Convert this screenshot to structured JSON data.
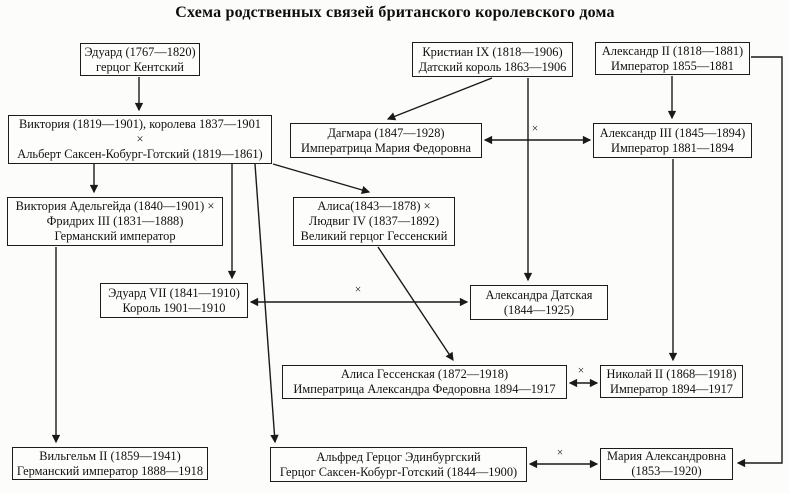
{
  "title": "Схема родственных связей британского королевского дома",
  "colors": {
    "ink": "#1a1a1a",
    "paper": "#fcfcfa"
  },
  "nodes": {
    "eduard_kent": {
      "lines": [
        "Эдуард (1767—1820)",
        "герцог Кентский"
      ]
    },
    "christian9": {
      "lines": [
        "Кристиан IX (1818—1906)",
        "Датский король 1863—1906"
      ]
    },
    "alexander2": {
      "lines": [
        "Александр II (1818—1881)",
        "Император 1855—1881"
      ]
    },
    "victoria_albert": {
      "lines": [
        "Виктория (1819—1901), королева 1837—1901",
        "×",
        "Альберт Саксен-Кобург-Готский (1819—1861)"
      ]
    },
    "dagmara": {
      "lines": [
        "Дагмара (1847—1928)",
        "Императрица Мария Федоровна"
      ]
    },
    "alexander3": {
      "lines": [
        "Александр III (1845—1894)",
        "Император 1881—1894"
      ]
    },
    "victoria_adelheid": {
      "lines": [
        "Виктория Адельгейда (1840—1901) ×",
        "Фридрих III (1831—1888)",
        "Германский император"
      ]
    },
    "alisa_hesse": {
      "lines": [
        "Алиса(1843—1878) ×",
        "Людвиг IV (1837—1892)",
        "Великий герцог Гессенский"
      ]
    },
    "eduard7": {
      "lines": [
        "Эдуард VII (1841—1910)",
        "Король 1901—1910"
      ]
    },
    "alexandra_danish": {
      "lines": [
        "Александра Датская",
        "(1844—1925)"
      ]
    },
    "alisa_hessenskaya": {
      "lines": [
        "Алиса Гессенская (1872—1918)",
        "Императрица Александра Федоровна 1894—1917"
      ]
    },
    "nikolai2": {
      "lines": [
        "Николай II (1868—1918)",
        "Император 1894—1917"
      ]
    },
    "wilhelm2": {
      "lines": [
        "Вильгельм II (1859—1941)",
        "Германский император 1888—1918"
      ]
    },
    "alfred": {
      "lines": [
        "Альфред Герцог Эдинбургский",
        "Герцог Саксен-Кобург-Готский (1844—1900)"
      ]
    },
    "maria_alexandrovna": {
      "lines": [
        "Мария Александровна",
        "(1853—1920)"
      ]
    }
  },
  "edges": [
    {
      "from": "eduard_kent",
      "to": "victoria_albert",
      "type": "descent"
    },
    {
      "from": "victoria_albert",
      "to": "victoria_adelheid",
      "type": "descent"
    },
    {
      "from": "victoria_albert",
      "to": "eduard7",
      "type": "descent"
    },
    {
      "from": "victoria_albert",
      "to": "alisa_hesse",
      "type": "descent"
    },
    {
      "from": "victoria_albert",
      "to": "alfred",
      "type": "descent"
    },
    {
      "from": "christian9",
      "to": "dagmara",
      "type": "descent"
    },
    {
      "from": "christian9",
      "to": "alexandra_danish",
      "type": "descent"
    },
    {
      "from": "alexander2",
      "to": "alexander3",
      "type": "descent"
    },
    {
      "from": "alexander2",
      "to": "maria_alexandrovna",
      "type": "descent"
    },
    {
      "from": "alexander3",
      "to": "nikolai2",
      "type": "descent"
    },
    {
      "from": "victoria_adelheid",
      "to": "wilhelm2",
      "type": "descent"
    },
    {
      "from": "alisa_hesse",
      "to": "alisa_hessenskaya",
      "type": "descent"
    },
    {
      "from": "dagmara",
      "to": "alexander3",
      "type": "marriage",
      "label": "×"
    },
    {
      "from": "eduard7",
      "to": "alexandra_danish",
      "type": "marriage",
      "label": "×"
    },
    {
      "from": "alisa_hessenskaya",
      "to": "nikolai2",
      "type": "marriage",
      "label": "×"
    },
    {
      "from": "alfred",
      "to": "maria_alexandrovna",
      "type": "marriage",
      "label": "×"
    }
  ]
}
